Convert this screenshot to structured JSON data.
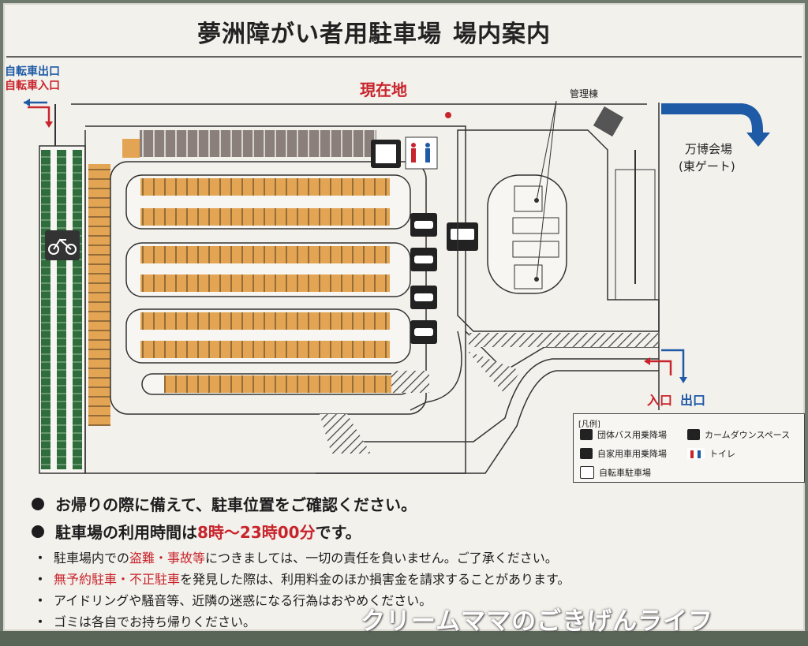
{
  "title": {
    "main": "夢洲障がい者用駐車場",
    "sub": "場内案内"
  },
  "map": {
    "bike_exit": "自転車出口",
    "bike_entrance": "自転車入口",
    "current_location": "現在地",
    "admin_building": "管理棟",
    "expo_venue": "万博会場",
    "east_gate": "(東ゲート)",
    "entrance": "入口",
    "exit": "出口"
  },
  "legend": {
    "header": "[凡例]",
    "bus": "団体バス用乗降場",
    "car": "自家用車用乗降場",
    "bike": "自転車駐車場",
    "calm": "カームダウンスペース",
    "toilet": "トイレ"
  },
  "notes": {
    "line1": "お帰りの際に備えて、駐車位置をご確認ください。",
    "line2_pre": "駐車場の利用時間は",
    "line2_hours": "8時〜23時00分",
    "line2_post": "です。",
    "line3_pre": "駐車場内での",
    "line3_red": "盗難・事故等",
    "line3_post": "につきましては、一切の責任を負いません。ご了承ください。",
    "line4_red": "無予約駐車・不正駐車",
    "line4_post": "を発見した際は、利用料金のほか損害金を請求することがあります。",
    "line5": "アイドリングや騒音等、近隣の迷惑になる行為はおやめください。",
    "line6": "ゴミは各自でお持ち帰りください。"
  },
  "watermark": "クリームママのごきげんライフ",
  "colors": {
    "red": "#c8242c",
    "blue": "#1e5aa6",
    "orange": "#e0a050",
    "green": "#2f6e3c"
  }
}
